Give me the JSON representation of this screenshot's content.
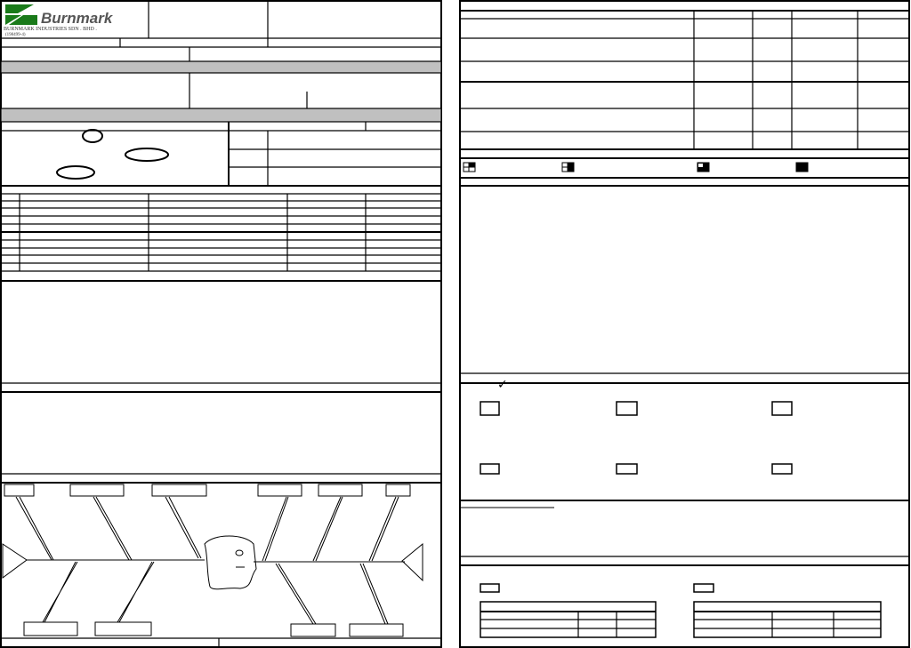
{
  "logo": {
    "brand": "Burnmark",
    "company": "BURNMARK INDUSTRIES SDN . BHD .",
    "registration": "(198499-4)",
    "brand_color": "#1a7a1a"
  },
  "legend_icons": [
    "quarter-filled-icon",
    "half-filled-icon",
    "three-quarter-filled-icon",
    "full-filled-icon"
  ],
  "checkmark": "✓",
  "section_bar_color": "#c0c0c0"
}
